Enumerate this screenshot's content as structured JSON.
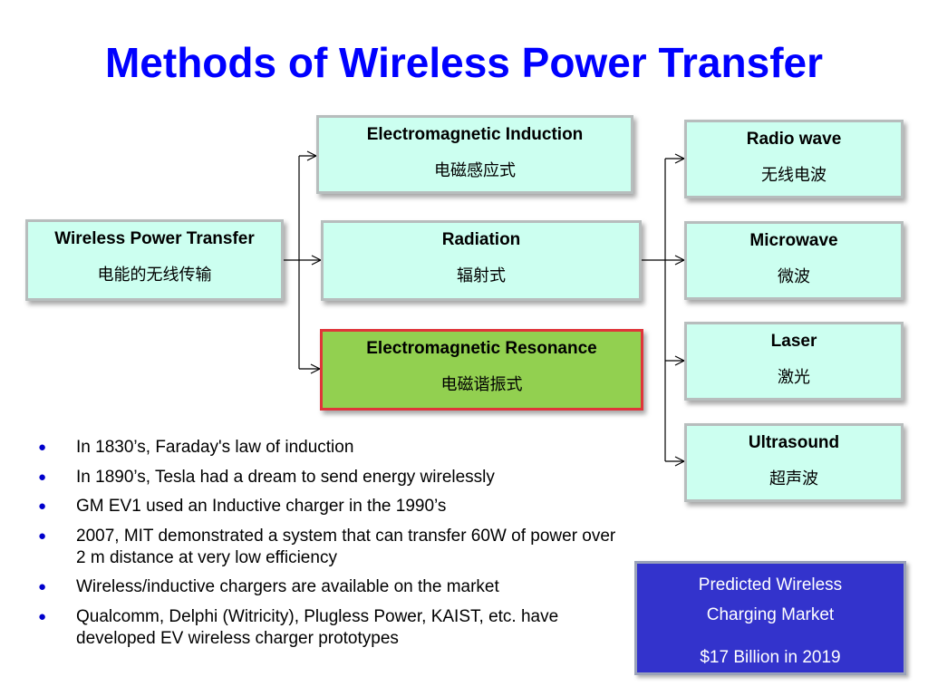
{
  "slide": {
    "title": "Methods of Wireless Power Transfer"
  },
  "root": {
    "en": "Wireless Power Transfer",
    "zh": "电能的无线传输"
  },
  "methods": [
    {
      "en": "Electromagnetic Induction",
      "zh": "电磁感应式"
    },
    {
      "en": "Radiation",
      "zh": "辐射式"
    },
    {
      "en": "Electromagnetic Resonance",
      "zh": "电磁谐振式"
    }
  ],
  "radiation_types": [
    {
      "en": "Radio wave",
      "zh": "无线电波"
    },
    {
      "en": "Microwave",
      "zh": "微波"
    },
    {
      "en": "Laser",
      "zh": "激光"
    },
    {
      "en": "Ultrasound",
      "zh": "超声波"
    }
  ],
  "bullets": [
    "In 1830’s, Faraday's law of induction",
    "In 1890’s, Tesla had a dream to send energy wirelessly",
    "GM EV1 used an Inductive charger in the 1990’s",
    "2007, MIT demonstrated a system that can transfer 60W of power over 2 m distance at very low efficiency",
    "Wireless/inductive chargers are available on the market",
    "Qualcomm, Delphi (Witricity), Plugless Power, KAIST, etc. have developed EV wireless charger prototypes"
  ],
  "bullet_marker": "●",
  "market": {
    "line1": "Predicted Wireless",
    "line2": "Charging Market",
    "line3": "$17 Billion in 2019"
  },
  "colors": {
    "title": "#0000ff",
    "box_fill": "#ccfff0",
    "highlight_fill": "#92d050",
    "highlight_border": "#e0353a",
    "market_fill": "#3333cc"
  }
}
